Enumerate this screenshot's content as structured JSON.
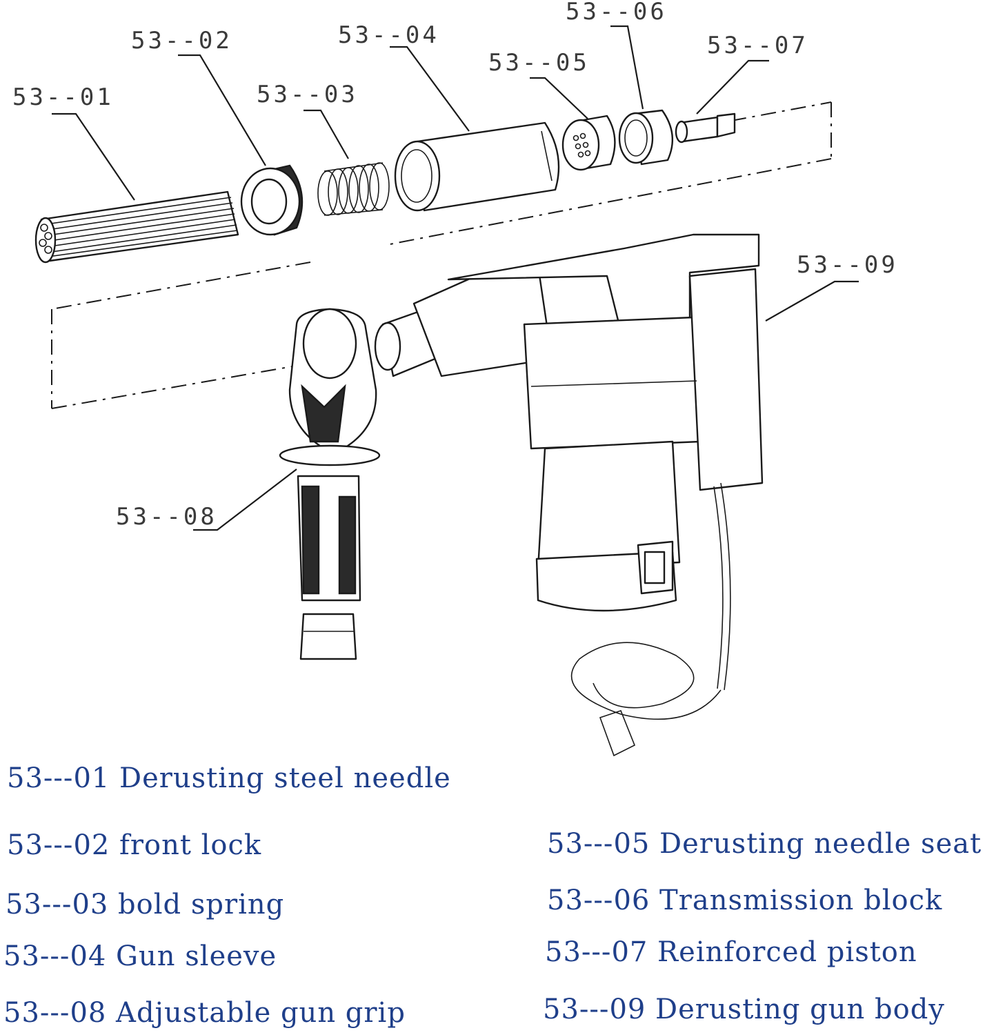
{
  "callouts": [
    {
      "id": "c01",
      "label": "53--01"
    },
    {
      "id": "c02",
      "label": "53--02"
    },
    {
      "id": "c03",
      "label": "53--03"
    },
    {
      "id": "c04",
      "label": "53--04"
    },
    {
      "id": "c05",
      "label": "53--05"
    },
    {
      "id": "c06",
      "label": "53--06"
    },
    {
      "id": "c07",
      "label": "53--07"
    },
    {
      "id": "c08",
      "label": "53--08"
    },
    {
      "id": "c09",
      "label": "53--09"
    }
  ],
  "legend": [
    {
      "id": "l01",
      "text": "53---01 Derusting steel needle"
    },
    {
      "id": "l02",
      "text": "53---02 front lock"
    },
    {
      "id": "l03",
      "text": "53---03 bold spring"
    },
    {
      "id": "l04",
      "text": "53---04 Gun sleeve"
    },
    {
      "id": "l08",
      "text": "53---08 Adjustable gun grip"
    },
    {
      "id": "l05",
      "text": "53---05 Derusting needle seat"
    },
    {
      "id": "l06",
      "text": "53---06 Transmission block"
    },
    {
      "id": "l07",
      "text": "53---07 Reinforced piston"
    },
    {
      "id": "l09",
      "text": "53---09 Derusting gun body"
    }
  ],
  "colors": {
    "legend_text": "#1f3f8a",
    "line": "#1a1a1a",
    "label": "#3a3a3a"
  }
}
